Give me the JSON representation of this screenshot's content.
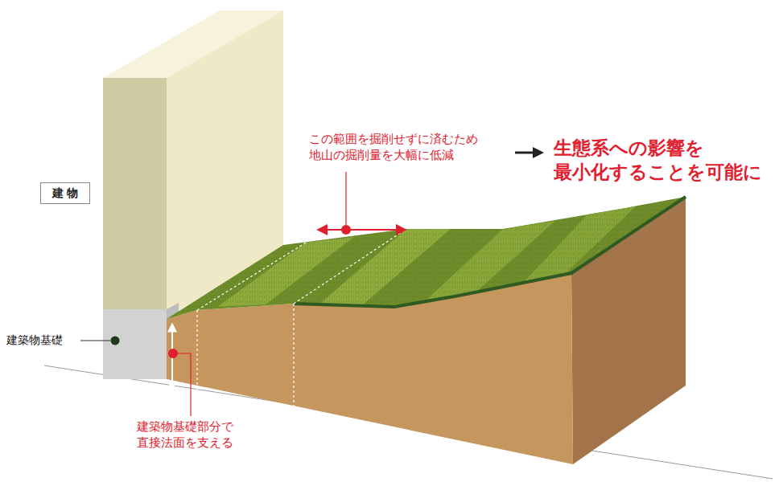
{
  "diagram": {
    "nodes": [
      {
        "text": [
          "建 物"
        ]
      }
    ],
    "labels": [
      "この範囲を掘削せずに済むため 地山の掘削量を大幅に低減",
      "生態系への影響を 最小化することを可能に",
      "建築物基礎",
      "建築物基礎部分で 直接法面を支える"
    ]
  }
}
